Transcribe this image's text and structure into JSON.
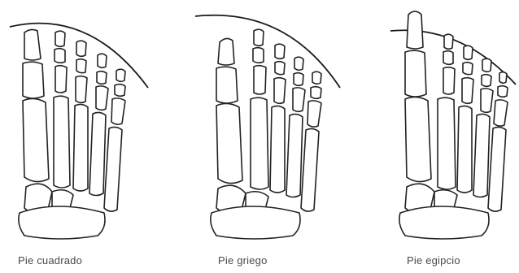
{
  "captions": {
    "square": "Pie cuadrado",
    "greek": "Pie griego",
    "egyptian": "Pie egipcio"
  }
}
